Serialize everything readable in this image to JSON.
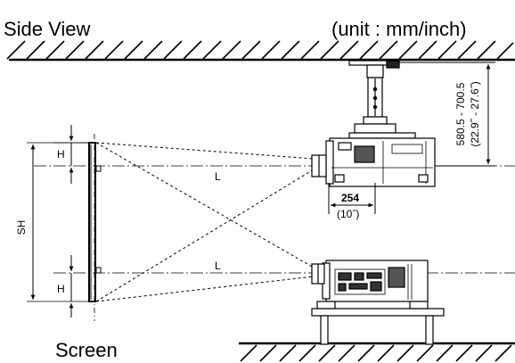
{
  "header": {
    "title": "Side View",
    "unit": "(unit : mm/inch)"
  },
  "labels": {
    "screen": "Screen",
    "h": "H",
    "sh": "SH",
    "l": "L",
    "depth_mm": "254",
    "depth_in": "(10˝)",
    "mount_range_mm": "580.5 - 700.5",
    "mount_range_in": "(22.9˝ - 27.6˝)"
  }
}
